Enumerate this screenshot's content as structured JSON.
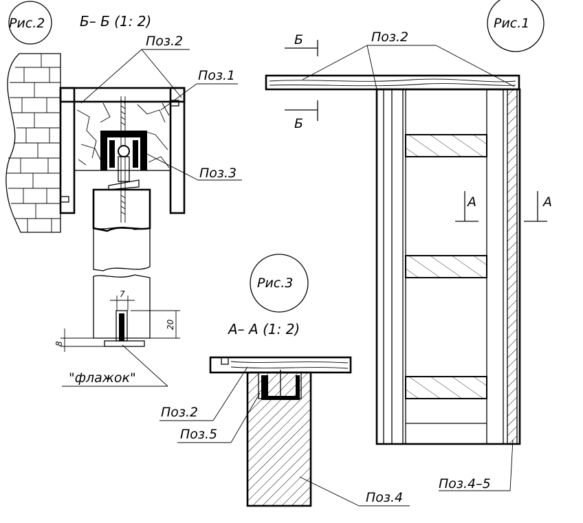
{
  "figures": {
    "fig1": "Рис.1",
    "fig2": "Рис.2",
    "fig3": "Рис.3"
  },
  "sections": {
    "bb": "Б– Б (1: 2)",
    "aa": "А– А (1: 2)",
    "b_letter": "Б",
    "a_letter": "А"
  },
  "callouts": {
    "poz1": "Поз.1",
    "poz2": "Поз.2",
    "poz3": "Поз.3",
    "poz4": "Поз.4",
    "poz5": "Поз.5",
    "poz45": "Поз.4–5",
    "flag": "\"флажок\""
  },
  "dimensions": {
    "d7": "7",
    "d20": "20",
    "d8": "8"
  }
}
